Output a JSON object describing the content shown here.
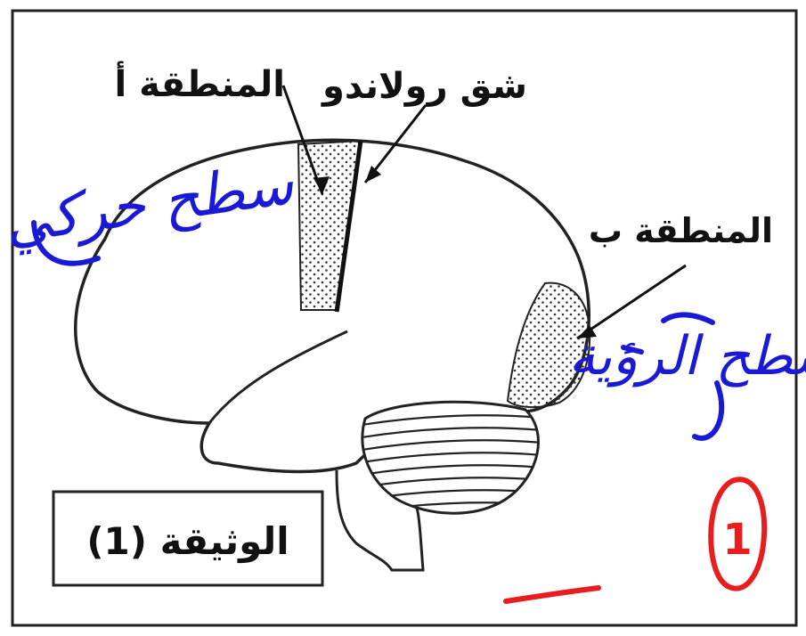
{
  "labels": {
    "region_a": "المنطقة أ",
    "rolando": "شق رولاندو",
    "region_b": "المنطقة ب",
    "document_caption": "الوثيقة (1)"
  },
  "handwriting": {
    "motor_area": "سطح حركي",
    "visual_area": "سطح الرؤية",
    "circled_number": "1"
  },
  "colors": {
    "ink": "#111111",
    "annotation_blue": "#1a1ad6",
    "annotation_red": "#e81d1d"
  }
}
